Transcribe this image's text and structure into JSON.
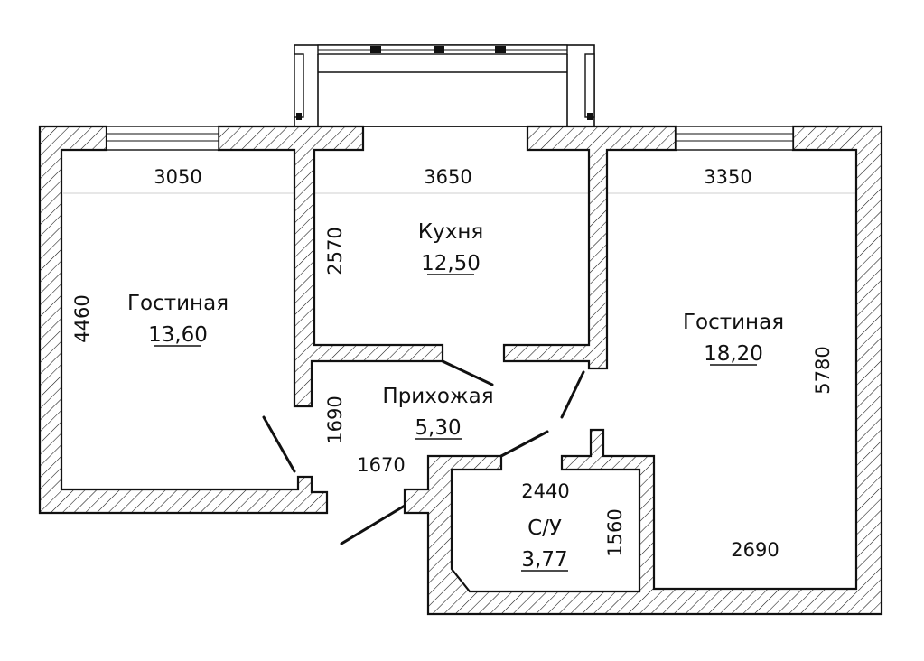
{
  "rooms": [
    {
      "id": "living-left",
      "name": "Гостиная",
      "area": "13,60"
    },
    {
      "id": "kitchen",
      "name": "Кухня",
      "area": "12,50"
    },
    {
      "id": "living-right",
      "name": "Гостиная",
      "area": "18,20"
    },
    {
      "id": "hallway",
      "name": "Прихожая",
      "area": "5,30"
    },
    {
      "id": "bathroom",
      "name": "С/У",
      "area": "3,77"
    }
  ],
  "dimensions": {
    "living_left_width": "3050",
    "living_left_depth": "4460",
    "kitchen_width": "3650",
    "kitchen_depth": "2570",
    "living_right_width": "3350",
    "living_right_depth": "5780",
    "living_right_bottom_width": "2690",
    "hallway_depth": "1690",
    "hallway_width": "1670",
    "bathroom_width": "2440",
    "bathroom_depth": "1560"
  },
  "colors": {
    "line": "#111111",
    "hatch": "#111111",
    "background": "#ffffff"
  }
}
